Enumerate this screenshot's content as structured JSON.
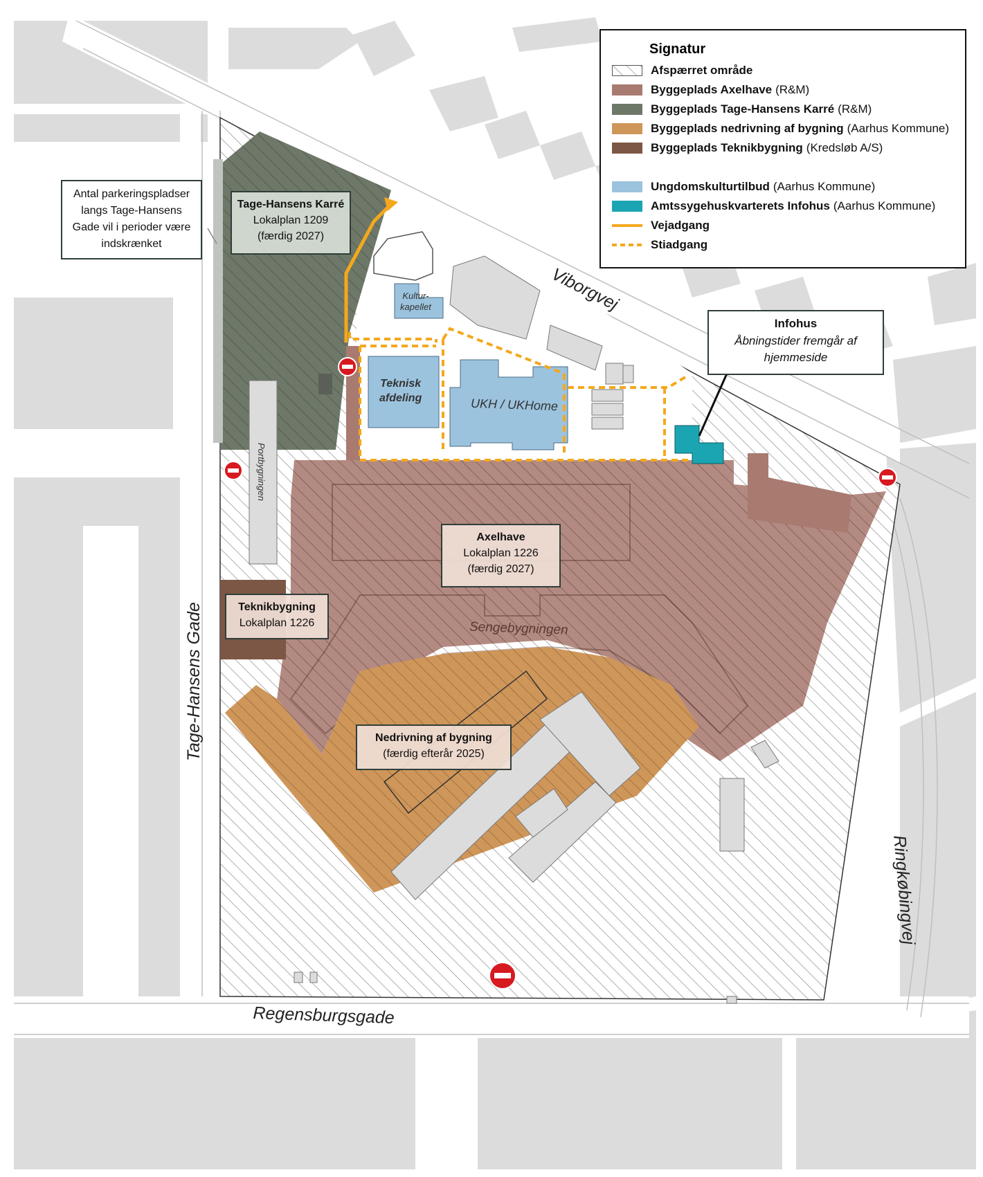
{
  "legend": {
    "title": "Signatur",
    "items": [
      {
        "name": "Afspærret område",
        "owner": "",
        "symbol": "hatch",
        "color": "#ffffff"
      },
      {
        "name": "Byggeplads Axelhave",
        "owner": "(R&M)",
        "symbol": "fill",
        "color": "#a87a70"
      },
      {
        "name": "Byggeplads Tage-Hansens Karré",
        "owner": "(R&M)",
        "symbol": "fill",
        "color": "#6e7868"
      },
      {
        "name": "Byggeplads nedrivning af bygning",
        "owner": "(Aarhus Kommune)",
        "symbol": "fill",
        "color": "#cf9659"
      },
      {
        "name": "Byggeplads Teknikbygning",
        "owner": "(Kredsløb A/S)",
        "symbol": "fill",
        "color": "#7d5745"
      },
      {
        "name": "Ungdomskulturtilbud",
        "owner": "(Aarhus Kommune)",
        "symbol": "fill",
        "color": "#9cc3de"
      },
      {
        "name": "Amtssygehuskvarterets Infohus",
        "owner": "(Aarhus Kommune)",
        "symbol": "fill",
        "color": "#1ba4b2"
      },
      {
        "name": "Vejadgang",
        "owner": "",
        "symbol": "line",
        "color": "#f4a81d"
      },
      {
        "name": "Stiadgang",
        "owner": "",
        "symbol": "dash",
        "color": "#f4a81d"
      }
    ]
  },
  "labels": {
    "tage_hansens_karre": {
      "title": "Tage-Hansens Karré",
      "line1": "Lokalplan 1209",
      "line2": "(færdig 2027)"
    },
    "axelhave": {
      "title": "Axelhave",
      "line1": "Lokalplan 1226",
      "line2": "(færdig 2027)"
    },
    "teknikbygning": {
      "title": "Teknikbygning",
      "line1": "Lokalplan 1226"
    },
    "nedrivning": {
      "title": "Nedrivning af bygning",
      "line1": "(færdig efterår 2025)"
    },
    "infohus": {
      "title": "Infohus",
      "line1": "Åbningstider fremgår af",
      "line2": "hjemmeside"
    },
    "parking_note": {
      "line1": "Antal parkeringspladser",
      "line2": "langs Tage-Hansens",
      "line3": "Gade vil i perioder være",
      "line4": "indskrænket"
    }
  },
  "buildings": {
    "kulturkapellet_1": "Kultur-",
    "kulturkapellet_2": "kapellet",
    "teknisk_1": "Teknisk",
    "teknisk_2": "afdeling",
    "ukh": "UKH / UKHome",
    "portbygningen": "Portbygningen",
    "sengebygningen": "Sengebygningen"
  },
  "streets": {
    "viborgvej": "Viborgvej",
    "tage_hansens_gade": "Tage-Hansens Gade",
    "regensburgsgade": "Regensburgsgade",
    "ringkobingvej": "Ringkøbingvej"
  },
  "colors": {
    "background_block": "#dcdcdc",
    "road": "#ffffff",
    "axelhave": "#a87a70",
    "tage_hansens": "#6e7868",
    "nedrivning": "#cf9659",
    "teknik": "#7d5745",
    "ungdom": "#9cc3de",
    "infohus": "#1ba4b2",
    "access": "#f4a81d",
    "no_entry": "#d71920"
  },
  "icons": {
    "no_entry": "no-entry-icon",
    "arrow": "arrow-icon"
  }
}
